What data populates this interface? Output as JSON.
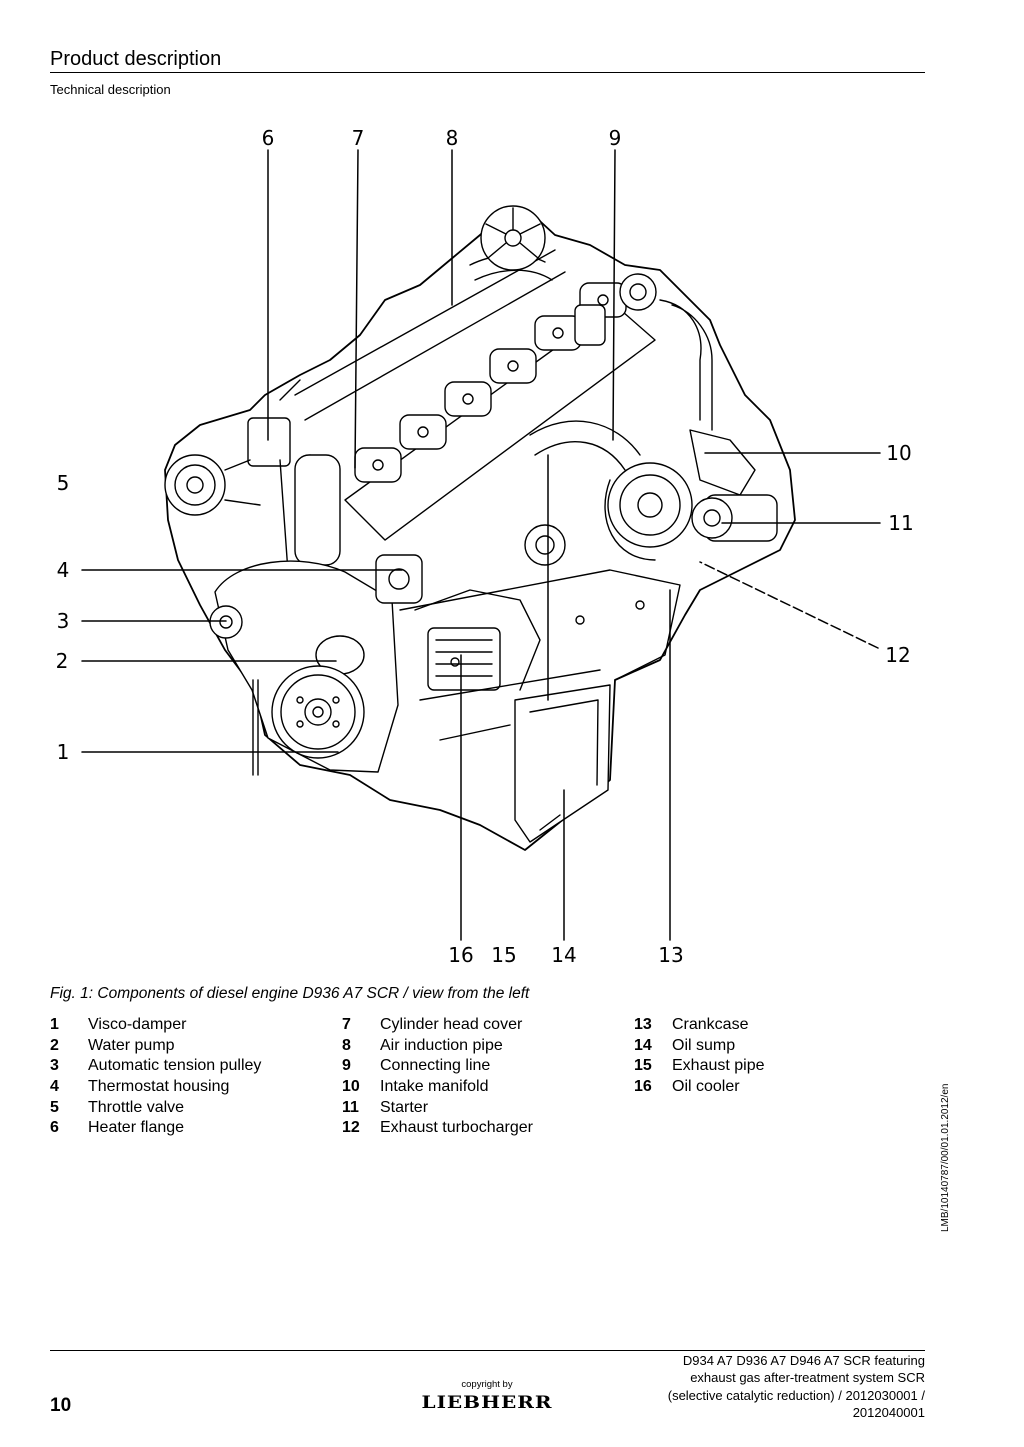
{
  "header": {
    "title": "Product description",
    "subtitle": "Technical description"
  },
  "figure": {
    "callouts": [
      "1",
      "2",
      "3",
      "4",
      "5",
      "6",
      "7",
      "8",
      "9",
      "10",
      "11",
      "12",
      "13",
      "14",
      "15",
      "16"
    ],
    "caption": "Fig. 1: Components of diesel engine D936 A7 SCR / view from the left"
  },
  "legend": [
    {
      "number": "1",
      "label": "Visco-damper"
    },
    {
      "number": "2",
      "label": "Water pump"
    },
    {
      "number": "3",
      "label": "Automatic tension pulley"
    },
    {
      "number": "4",
      "label": "Thermostat housing"
    },
    {
      "number": "5",
      "label": "Throttle valve"
    },
    {
      "number": "6",
      "label": "Heater flange"
    },
    {
      "number": "7",
      "label": "Cylinder head cover"
    },
    {
      "number": "8",
      "label": "Air induction pipe"
    },
    {
      "number": "9",
      "label": "Connecting line"
    },
    {
      "number": "10",
      "label": "Intake manifold"
    },
    {
      "number": "11",
      "label": "Starter"
    },
    {
      "number": "12",
      "label": "Exhaust turbocharger"
    },
    {
      "number": "13",
      "label": "Crankcase"
    },
    {
      "number": "14",
      "label": "Oil sump"
    },
    {
      "number": "15",
      "label": "Exhaust pipe"
    },
    {
      "number": "16",
      "label": "Oil cooler"
    }
  ],
  "side_note": "LMB/10140787/00/01.01.2012/en",
  "footer": {
    "page_number": "10",
    "copyright": "copyright by",
    "brand": "LIEBHERR",
    "document_lines": [
      "D934 A7 D936 A7 D946 A7 SCR featuring",
      "exhaust gas after-treatment system SCR",
      "(selective catalytic reduction) / 2012030001 /",
      "2012040001"
    ]
  }
}
